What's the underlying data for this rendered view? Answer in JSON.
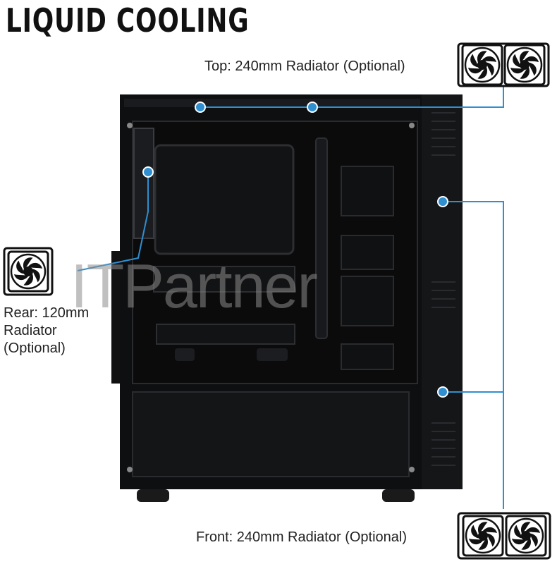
{
  "title": "LIQUID COOLING",
  "labels": {
    "top": "Top: 240mm Radiator (Optional)",
    "rear_line1": "Rear: 120mm",
    "rear_line2": "Radiator",
    "rear_line3": "(Optional)",
    "front": "Front: 240mm Radiator (Optional)"
  },
  "watermark": "ITPartner",
  "colors": {
    "accent": "#2f8fd0",
    "case": "#0e0f11",
    "text": "#222222"
  },
  "icons": {
    "radiator_top": "dual-fan-radiator-icon",
    "radiator_rear": "single-fan-radiator-icon",
    "radiator_front": "dual-fan-radiator-icon"
  }
}
